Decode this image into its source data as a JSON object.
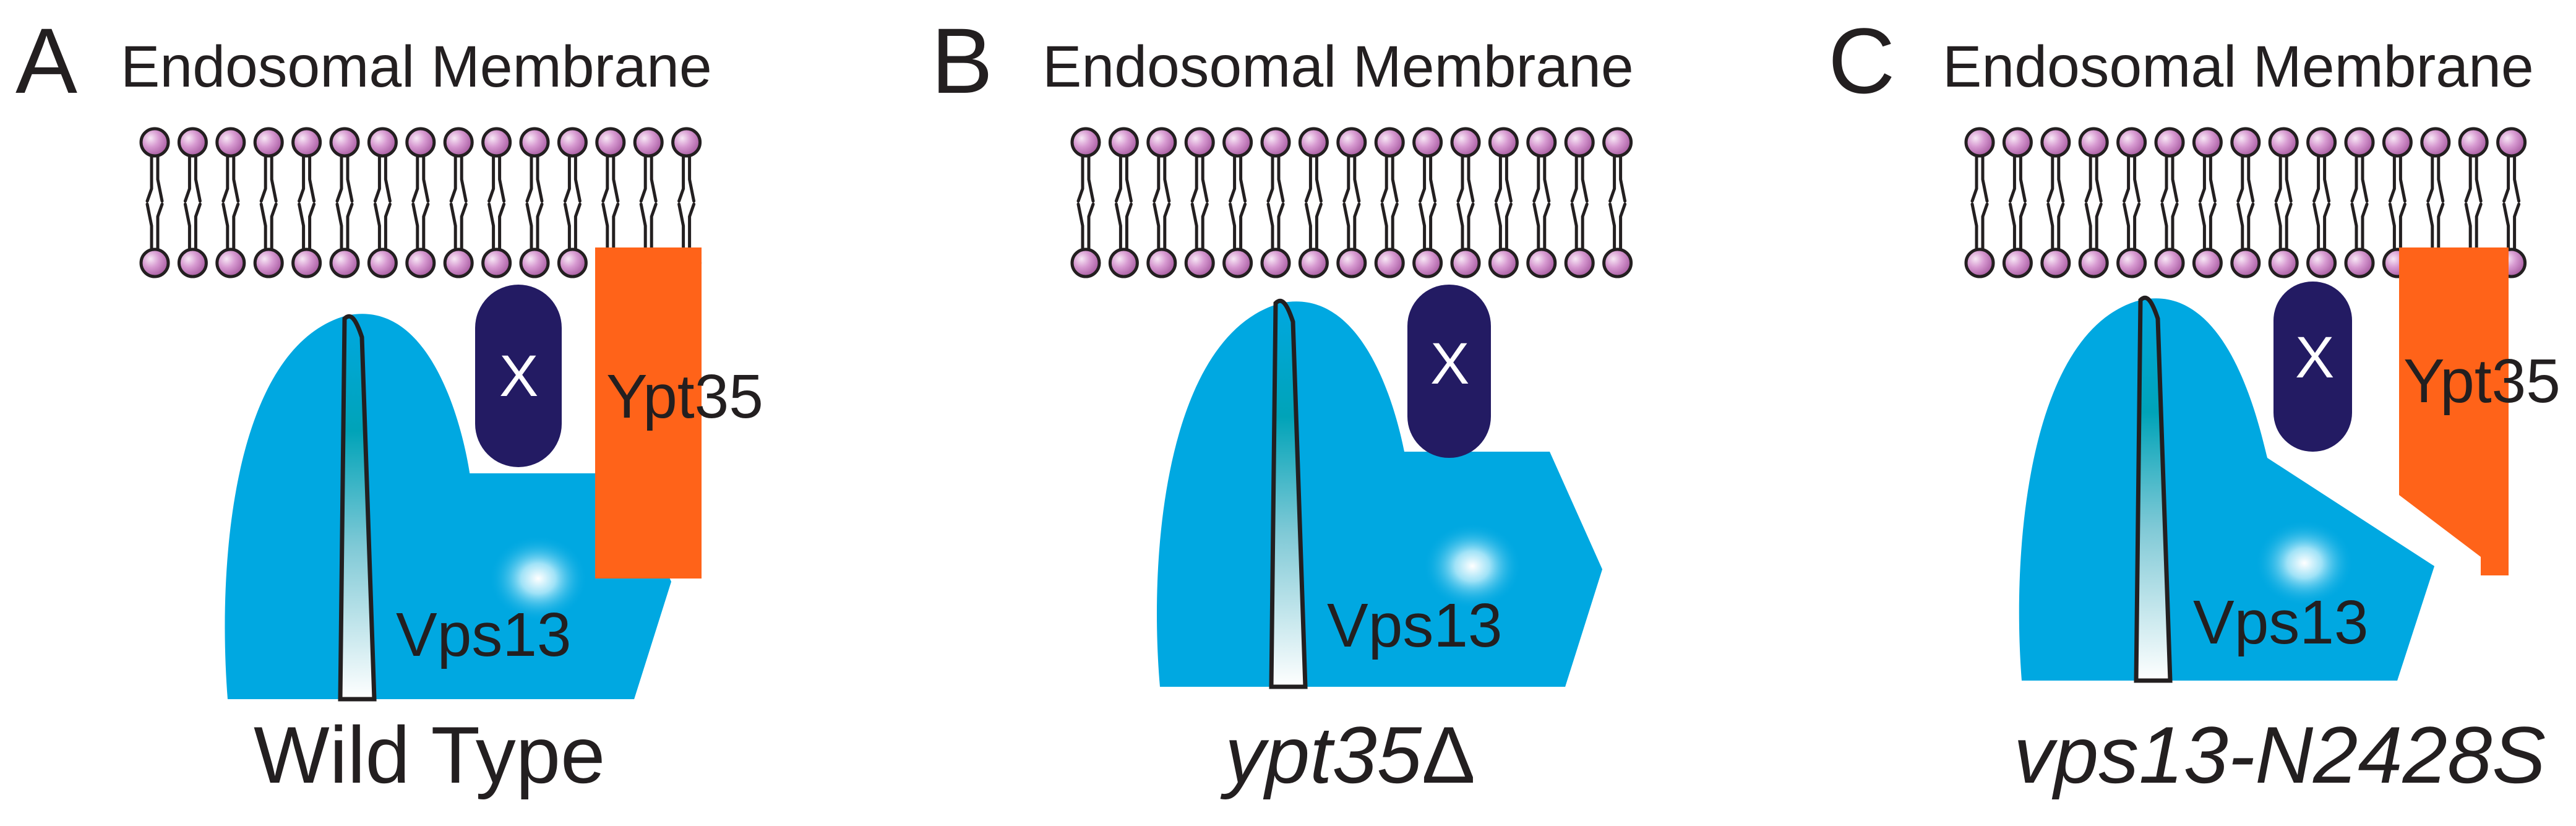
{
  "colors": {
    "vps13": "#00a8e1",
    "x_protein": "#231b63",
    "ypt35": "#ff6319",
    "lipid_head": "#c77fc1"
  },
  "panels": [
    {
      "letter": "A",
      "title": "Endosomal Membrane",
      "x_label": "X",
      "ypt35_label": "Ypt35",
      "vps13_label": "Vps13",
      "caption_main": "Wild Type",
      "caption_suffix": ""
    },
    {
      "letter": "B",
      "title": "Endosomal Membrane",
      "x_label": "X",
      "ypt35_label": "",
      "vps13_label": "Vps13",
      "caption_main": "ypt35",
      "caption_suffix": "Δ"
    },
    {
      "letter": "C",
      "title": "Endosomal Membrane",
      "x_label": "X",
      "ypt35_label": "Ypt35",
      "vps13_label": "Vps13",
      "caption_main": "vps13-N2428S",
      "caption_suffix": ""
    }
  ]
}
